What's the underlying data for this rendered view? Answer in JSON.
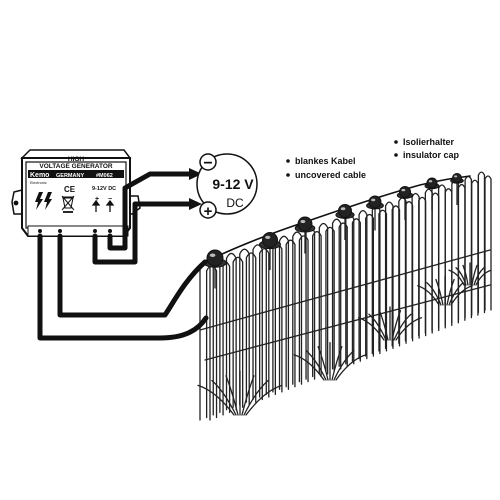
{
  "generator": {
    "title_line1": "HIGH",
    "title_line2": "VOLTAGE GENERATOR",
    "brand": "Kemo",
    "brand_sub": "Electronic",
    "country": "GERMANY",
    "model": "#M062",
    "ce_mark": "CE",
    "input_label": "9-12V DC"
  },
  "power": {
    "minus": "−",
    "plus": "+",
    "voltage": "9-12 V",
    "unit": "DC"
  },
  "labels": {
    "cable": [
      {
        "text": "blankes Kabel"
      },
      {
        "text": "uncovered cable"
      }
    ],
    "insulator": [
      {
        "text": "Isolierhalter"
      },
      {
        "text": "insulator cap"
      }
    ]
  }
}
